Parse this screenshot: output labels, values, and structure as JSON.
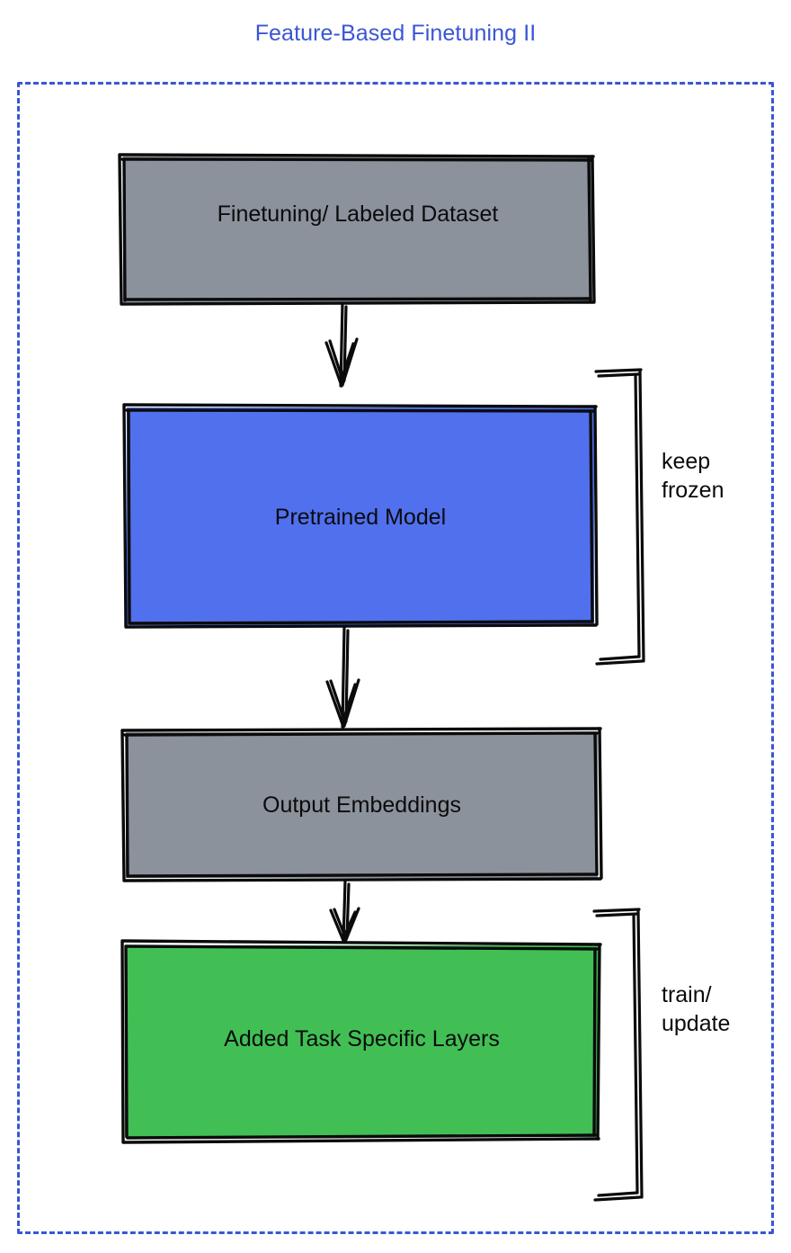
{
  "title": "Feature-Based Finetuning II",
  "theme": {
    "title_color": "#3a56d4",
    "frame_border_color": "#3a56d4",
    "gray_node": "#8b929c",
    "blue_node": "#5070ee",
    "green_node": "#41bf55",
    "stroke_color": "#0b0b0b",
    "background": "#ffffff"
  },
  "diagram": {
    "type": "flowchart",
    "orientation": "top-to-bottom",
    "nodes": [
      {
        "id": "dataset",
        "label": "Finetuning/ Labeled Dataset",
        "fill": "#8b929c"
      },
      {
        "id": "pretrained",
        "label": "Pretrained Model",
        "fill": "#5070ee"
      },
      {
        "id": "embeddings",
        "label": "Output Embeddings",
        "fill": "#8b929c"
      },
      {
        "id": "layers",
        "label": "Added Task Specific Layers",
        "fill": "#41bf55"
      }
    ],
    "edges": [
      {
        "from": "dataset",
        "to": "pretrained"
      },
      {
        "from": "pretrained",
        "to": "embeddings"
      },
      {
        "from": "embeddings",
        "to": "layers"
      }
    ],
    "annotations": [
      {
        "id": "keep-frozen",
        "label": "keep\nfrozen",
        "targets": [
          "pretrained"
        ]
      },
      {
        "id": "train-update",
        "label": "train/\nupdate",
        "targets": [
          "layers"
        ]
      }
    ]
  }
}
